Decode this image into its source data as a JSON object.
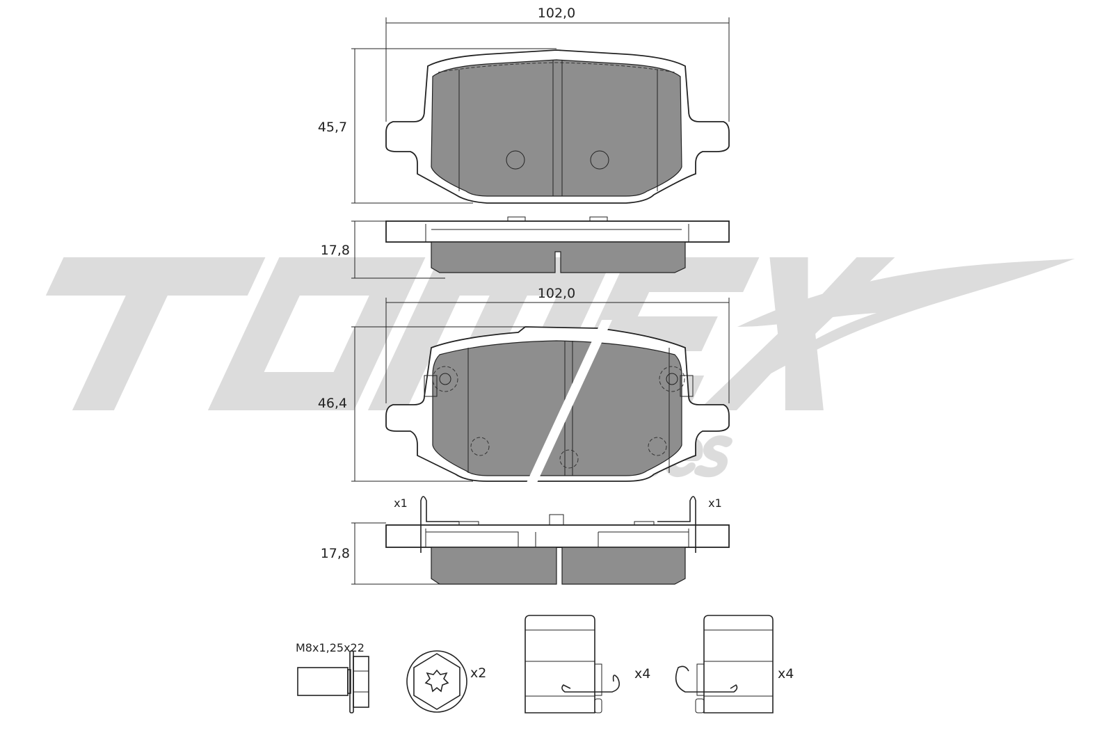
{
  "logo": {
    "wordmark": "TOMEX",
    "subtitle": "brakes",
    "color": "#d6d6d6"
  },
  "colors": {
    "friction_material": "#8e8e8e",
    "outline": "#222222"
  },
  "pad_outer": {
    "width": "102,0",
    "height": "45,7",
    "thickness": "17,8"
  },
  "pad_inner": {
    "width": "102,0",
    "height": "46,4",
    "thickness": "17,8",
    "clip_left_qty": "x1",
    "clip_right_qty": "x1"
  },
  "hardware": {
    "bolt_spec": "M8x1,25x22",
    "bolt_qty": "x2",
    "clip_a_qty": "x4",
    "clip_b_qty": "x4"
  }
}
